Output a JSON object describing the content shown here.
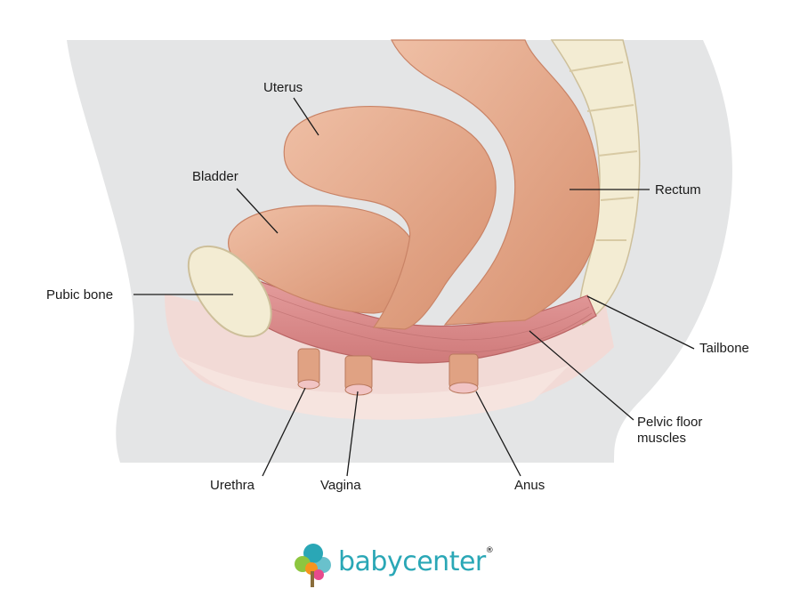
{
  "labels": {
    "uterus": "Uterus",
    "bladder": "Bladder",
    "rectum": "Rectum",
    "pubic_bone": "Pubic bone",
    "tailbone": "Tailbone",
    "pelvic_floor_line1": "Pelvic floor",
    "pelvic_floor_line2": "muscles",
    "urethra": "Urethra",
    "vagina": "Vagina",
    "anus": "Anus"
  },
  "logo": {
    "word_part1": "baby",
    "word_part2": "center",
    "mark": "®"
  },
  "colors": {
    "body_gray": "#e4e5e6",
    "organ": "#e2a588",
    "organ_dark": "#c98366",
    "muscle": "#d98a8a",
    "bone": "#f3ecd3",
    "brand_teal": "#2aa7b6"
  }
}
